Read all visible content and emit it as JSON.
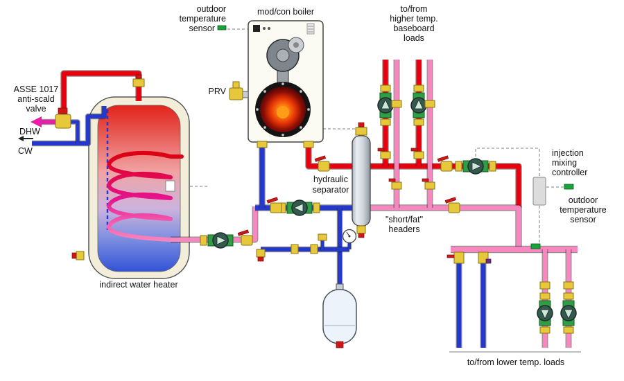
{
  "title": "hydronic piping diagram with mod/con boiler, indirect water heater and injection mixing",
  "colors": {
    "hot": "#e8000f",
    "cold": "#2438cb",
    "low": "#f788bf",
    "mixed": "#ea1ea6",
    "brass": "#e7c83a",
    "brass-dark": "#8a7414",
    "check": "#2f9e45",
    "check-dark": "#14581f",
    "pump": "#34594e",
    "pump-tri": "#cfe8da",
    "sensor": "#19a43a",
    "lever": "#cf1717",
    "wire": "#999999"
  },
  "labels": {
    "outdoor_top": [
      "outdoor",
      "temperature",
      "sensor"
    ],
    "boiler": "mod/con boiler",
    "higher_loads": [
      "to/from",
      "higher temp.",
      "baseboard",
      "loads"
    ],
    "asse_valve": [
      "ASSE 1017",
      "anti-scald",
      "valve"
    ],
    "dhw": "DHW",
    "cw": "CW",
    "prv": "PRV",
    "separator": [
      "hydraulic",
      "separator"
    ],
    "short_fat": [
      "\"short/fat\"",
      "headers"
    ],
    "tank": "indirect water heater",
    "injection": [
      "injection",
      "mixing",
      "controller"
    ],
    "outdoor_right": [
      "outdoor",
      "temperature",
      "sensor"
    ],
    "lower_loads": "to/from lower temp. loads"
  }
}
